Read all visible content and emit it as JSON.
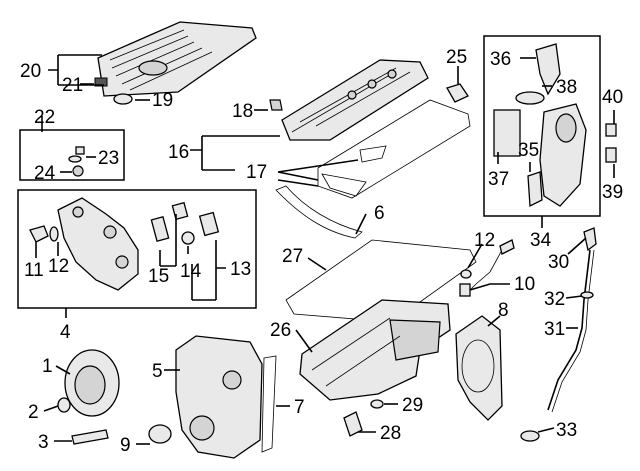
{
  "callouts": {
    "c1": "1",
    "c2": "2",
    "c3": "3",
    "c4": "4",
    "c5": "5",
    "c6": "6",
    "c7": "7",
    "c8": "8",
    "c9": "9",
    "c10": "10",
    "c11": "11",
    "c12a": "12",
    "c12b": "12",
    "c13": "13",
    "c14": "14",
    "c15": "15",
    "c16": "16",
    "c17": "17",
    "c18": "18",
    "c19": "19",
    "c20": "20",
    "c21": "21",
    "c22": "22",
    "c23": "23",
    "c24": "24",
    "c25": "25",
    "c26": "26",
    "c27": "27",
    "c28": "28",
    "c29": "29",
    "c30": "30",
    "c31": "31",
    "c32": "32",
    "c33": "33",
    "c34": "34",
    "c35": "35",
    "c36": "36",
    "c37": "37",
    "c38": "38",
    "c39": "39",
    "c40": "40"
  }
}
